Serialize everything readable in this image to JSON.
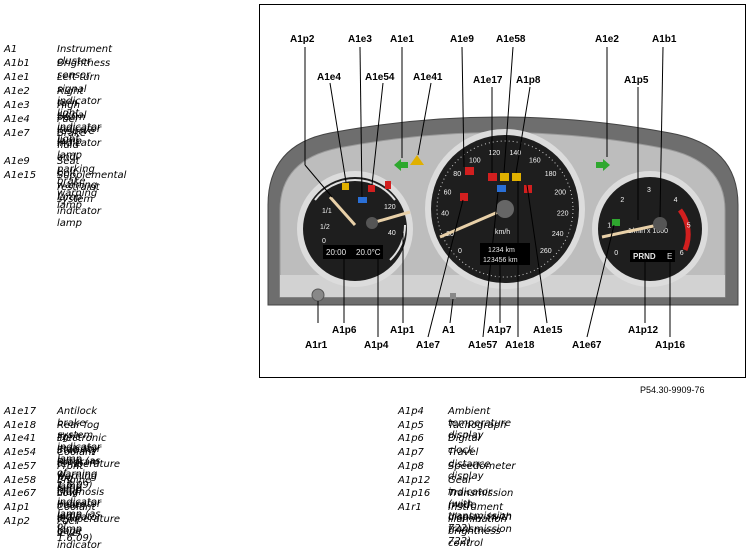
{
  "legend_top": [
    {
      "code": "A1",
      "desc": "Instrument cluster"
    },
    {
      "code": "A1b1",
      "desc": "Brightness sensor"
    },
    {
      "code": "A1e1",
      "desc": "Left turn signal indicator light"
    },
    {
      "code": "A1e2",
      "desc": "Right turn signal indicator light"
    },
    {
      "code": "A1e3",
      "desc": "High beam indicator lamp"
    },
    {
      "code": "A1e4",
      "desc": "Fuel reserve indicator lamp"
    },
    {
      "code": "A1e7",
      "desc": "Brake fluid and parking brake\nwarning lamp"
    },
    {
      "code": "A1e9",
      "desc": "Seat belt warning lamp"
    },
    {
      "code": "A1e15",
      "desc": "Supplemental restraint system\nindicator lamp"
    }
  ],
  "legend_bottom_left": [
    {
      "code": "A1e17",
      "desc": "Antilock brake system indicator lamp"
    },
    {
      "code": "A1e18",
      "desc": "Rear fog light indicator lamp (as of 1.6.09)"
    },
    {
      "code": "A1e41",
      "desc": "Electronic Stability Program warning lamp"
    },
    {
      "code": "A1e54",
      "desc": "Coolant temperature warning lamp"
    },
    {
      "code": "A1e57",
      "desc": "Front fog lamp indicator lamp (as of 1.6.09)"
    },
    {
      "code": "A1e58",
      "desc": "Engine diagnosis indicator lamp"
    },
    {
      "code": "A1e67",
      "desc": "Low beam indicator lamp"
    },
    {
      "code": "A1p1",
      "desc": "Coolant temperature gage"
    },
    {
      "code": "A1p2",
      "desc": "Fuel level indicator"
    }
  ],
  "legend_bottom_right": [
    {
      "code": "A1p4",
      "desc": "Ambient temperature display"
    },
    {
      "code": "A1p5",
      "desc": "Tachograph"
    },
    {
      "code": "A1p6",
      "desc": "Digital clock"
    },
    {
      "code": "A1p7",
      "desc": "Travel distance display"
    },
    {
      "code": "A1p8",
      "desc": "Speedometer"
    },
    {
      "code": "A1p12",
      "desc": "Gear indicator (with transmission 722)"
    },
    {
      "code": "A1p16",
      "desc": "Transmission mode display (with transmission 722)"
    },
    {
      "code": "A1r1",
      "desc": "Instrument illumination brightness control"
    }
  ],
  "callouts": {
    "a1p2": "A1p2",
    "a1e3": "A1e3",
    "a1e1": "A1e1",
    "a1e9": "A1e9",
    "a1e58": "A1e58",
    "a1e2": "A1e2",
    "a1b1": "A1b1",
    "a1e4": "A1e4",
    "a1e54": "A1e54",
    "a1e41": "A1e41",
    "a1e17": "A1e17",
    "a1p8": "A1p8",
    "a1p5": "A1p5",
    "a1p6": "A1p6",
    "a1p1": "A1p1",
    "a1": "A1",
    "a1p7": "A1p7",
    "a1e15": "A1e15",
    "a1p12": "A1p12",
    "a1r1": "A1r1",
    "a1p4": "A1p4",
    "a1e7": "A1e7",
    "a1e57": "A1e57",
    "a1e18": "A1e18",
    "a1e67": "A1e67",
    "a1p16": "A1p16"
  },
  "cluster": {
    "clock": "20:00",
    "ambient_temp": "20.0°C",
    "trip_km": "1234 km",
    "total_km": "123456 km",
    "speed_unit": "km/h",
    "gear_indicator": "PRND",
    "trans_mode": "E",
    "fuel_labels": [
      "1/1",
      "1/2",
      "0"
    ],
    "temp_labels": [
      "40",
      "120"
    ],
    "speed_labels": [
      "0",
      "20",
      "40",
      "60",
      "80",
      "100",
      "120",
      "140",
      "160",
      "180",
      "200",
      "220",
      "240",
      "260"
    ],
    "rpm_labels": [
      "0",
      "1",
      "2",
      "3",
      "4",
      "5",
      "6"
    ],
    "rpm_unit": "1/min x 1000"
  },
  "figure_code": "P54.30-9909-76",
  "colors": {
    "housing": "#6e6e6e",
    "face": "#2a2a2a",
    "turn_arrow": "#2fa82f",
    "warning_red": "#d21f1f",
    "amber": "#e0b000",
    "blue": "#2a6fd6",
    "needle": "#e8d0a8"
  }
}
